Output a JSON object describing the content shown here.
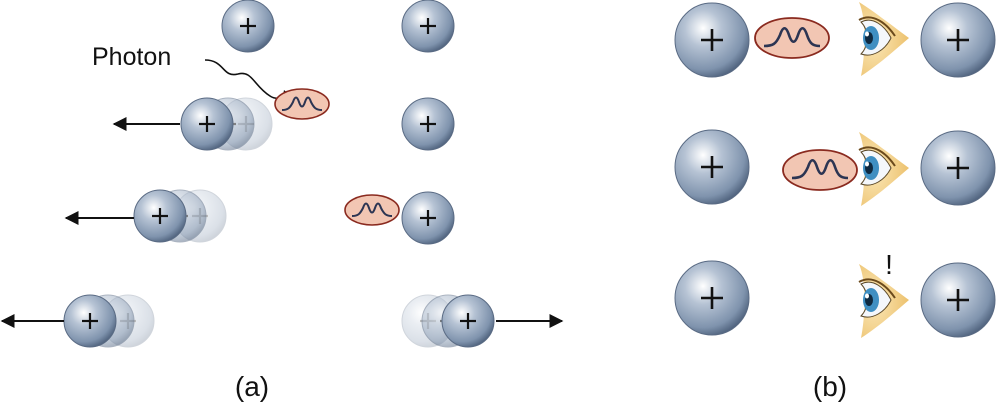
{
  "labels": {
    "photon": "Photon",
    "panel_a": "(a)",
    "panel_b": "(b)",
    "exclamation": "!"
  },
  "symbols": {
    "charge": "+"
  },
  "colors": {
    "charge_sphere": "#7f93ad",
    "charge_sphere_dark": "#4e617c",
    "photon_fill": "#f2c6b3",
    "photon_stroke": "#8a2a1f",
    "photon_wave": "#2c3553",
    "eye_skin": "#f3cf7c",
    "eye_iris": "#3f8fc2",
    "arrow": "#111111"
  },
  "icons": [
    "charge-sphere",
    "photon-wave-packet",
    "eye-icon",
    "arrow-left",
    "arrow-right"
  ]
}
